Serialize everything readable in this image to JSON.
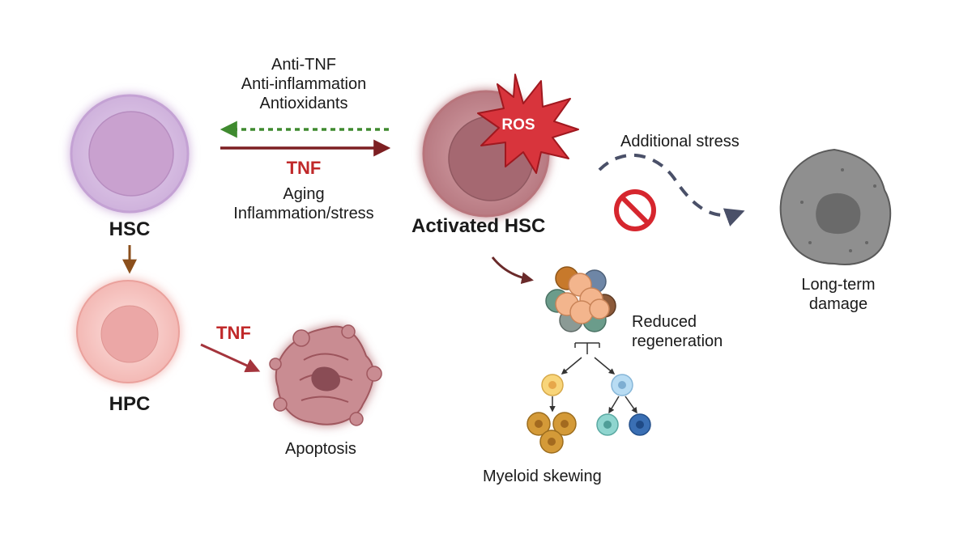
{
  "labels": {
    "hsc": "HSC",
    "hpc": "HPC",
    "activated_hsc": "Activated HSC",
    "ros": "ROS",
    "inhibitors": [
      "Anti-TNF",
      "Anti-inflammation",
      "Antioxidants"
    ],
    "tnf_top": "TNF",
    "drivers": [
      "Aging",
      "Inflammation/stress"
    ],
    "tnf_bottom": "TNF",
    "apoptosis": "Apoptosis",
    "additional_stress": "Additional stress",
    "long_term_damage": [
      "Long-term",
      "damage"
    ],
    "reduced_regeneration": [
      "Reduced",
      "regeneration"
    ],
    "myeloid_skewing": "Myeloid skewing"
  },
  "colors": {
    "hsc_cell": "#c9a6d6",
    "hpc_cell": "#f1b6b3",
    "activated_cell": "#b9767f",
    "ros_star": "#d8343c",
    "inhibit_arrow": "#3f8a2f",
    "tnf_arrow": "#7d1f22",
    "hsc_to_hpc_arrow": "#8b4f1c",
    "apoptosis_arrow": "#a4343c",
    "stress_path": "#4a5068",
    "block_sign": "#d6262e",
    "damaged_cell": "#8a8a8a",
    "myeloid_cell": "#d29a33",
    "lymphoid_cell": "#8fc3e6"
  },
  "icons": [
    "no-entry-icon",
    "ros-burst-icon",
    "cell-cluster-icon"
  ]
}
